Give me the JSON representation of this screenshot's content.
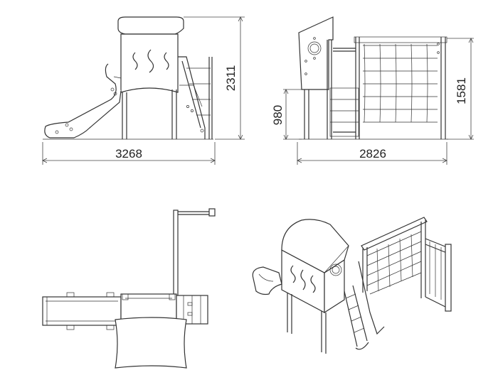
{
  "dimensions": {
    "front_width": "3268",
    "front_height": "2311",
    "side_width": "2826",
    "side_platform_height": "980",
    "side_net_height": "1581"
  }
}
